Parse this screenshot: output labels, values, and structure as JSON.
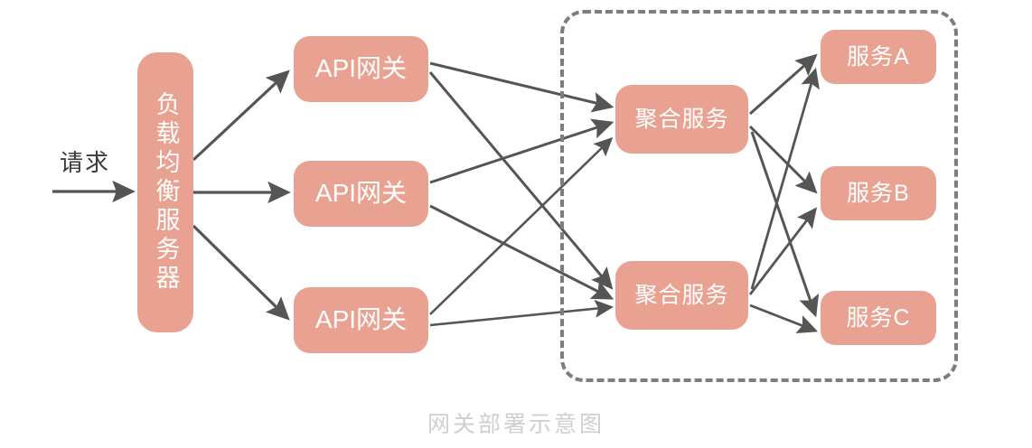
{
  "caption": "网关部署示意图",
  "colors": {
    "node_fill": "#e9a291",
    "node_text": "#ffffff",
    "edge": "#555555",
    "cluster_border": "#7d7d7d",
    "caption_text": "#cfcfcf",
    "background": "#ffffff"
  },
  "entry": {
    "label": "请求",
    "arrow_icon": "arrow-right-icon"
  },
  "nodes": {
    "load_balancer": {
      "label": "负载均衡服务器",
      "orientation": "vertical"
    },
    "gateways": [
      {
        "label": "API网关"
      },
      {
        "label": "API网关"
      },
      {
        "label": "API网关"
      }
    ],
    "aggregators": [
      {
        "label": "聚合服务"
      },
      {
        "label": "聚合服务"
      }
    ],
    "services": [
      {
        "label": "服务A"
      },
      {
        "label": "服务B"
      },
      {
        "label": "服务C"
      }
    ]
  },
  "cluster": {
    "name": "backend-cluster",
    "border_style": "dashed"
  },
  "edges": [
    {
      "from": "request",
      "to": "load_balancer"
    },
    {
      "from": "load_balancer",
      "to": "gateway-1"
    },
    {
      "from": "load_balancer",
      "to": "gateway-2"
    },
    {
      "from": "load_balancer",
      "to": "gateway-3"
    },
    {
      "from": "gateway-1",
      "to": "aggregator-1"
    },
    {
      "from": "gateway-1",
      "to": "aggregator-2"
    },
    {
      "from": "gateway-2",
      "to": "aggregator-1"
    },
    {
      "from": "gateway-2",
      "to": "aggregator-2"
    },
    {
      "from": "gateway-3",
      "to": "aggregator-1"
    },
    {
      "from": "gateway-3",
      "to": "aggregator-2"
    },
    {
      "from": "aggregator-1",
      "to": "service-a"
    },
    {
      "from": "aggregator-1",
      "to": "service-b"
    },
    {
      "from": "aggregator-1",
      "to": "service-c"
    },
    {
      "from": "aggregator-2",
      "to": "service-a"
    },
    {
      "from": "aggregator-2",
      "to": "service-b"
    },
    {
      "from": "aggregator-2",
      "to": "service-c"
    }
  ]
}
